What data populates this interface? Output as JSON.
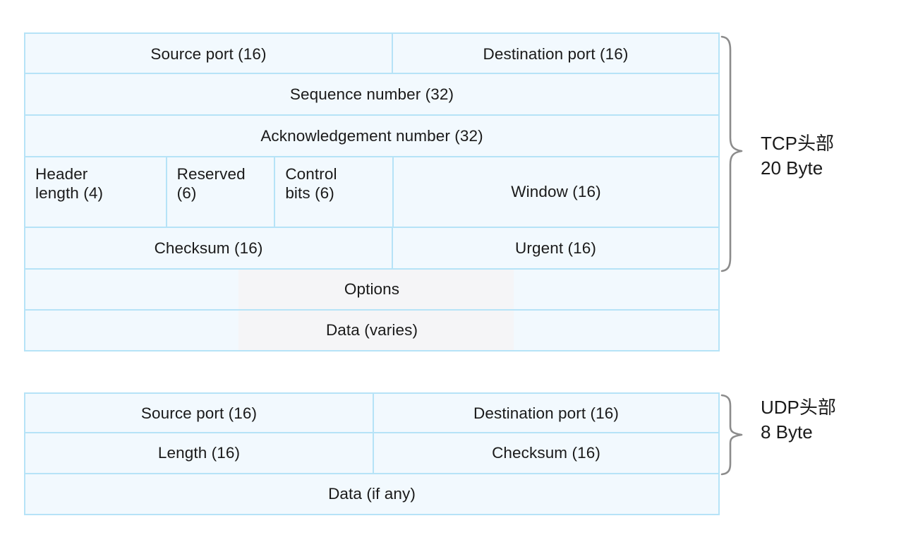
{
  "diagram": {
    "title": "TCP and UDP header layout",
    "colors": {
      "cell_background": "#f2f9fe",
      "cell_border": "#b6e3f7",
      "wash_band": "#f5f5f7",
      "text": "#1a1a1a",
      "brace": "#8c8c8c",
      "page_background": "#ffffff"
    }
  },
  "tcp": {
    "label": "TCP头部\n20 Byte",
    "brace_name": "tcp-brace",
    "rows": [
      {
        "name": "ports-row",
        "cells": [
          {
            "name": "source-port",
            "text": "Source port (16)"
          },
          {
            "name": "destination-port",
            "text": "Destination port (16)"
          }
        ]
      },
      {
        "name": "sequence-row",
        "cells": [
          {
            "name": "sequence-number",
            "text": "Sequence number (32)"
          }
        ]
      },
      {
        "name": "acknowledgement-row",
        "cells": [
          {
            "name": "acknowledgement-number",
            "text": "Acknowledgement number (32)"
          }
        ]
      },
      {
        "name": "flags-window-row",
        "cells": [
          {
            "name": "header-length",
            "text": "Header\nlength (4)"
          },
          {
            "name": "reserved",
            "text": "Reserved\n(6)"
          },
          {
            "name": "control-bits",
            "text": "Control\nbits (6)"
          },
          {
            "name": "window",
            "text": "Window (16)"
          }
        ]
      },
      {
        "name": "checksum-urgent-row",
        "cells": [
          {
            "name": "checksum",
            "text": "Checksum (16)"
          },
          {
            "name": "urgent",
            "text": "Urgent (16)"
          }
        ]
      },
      {
        "name": "options-row",
        "cells": [
          {
            "name": "options",
            "text": "Options"
          }
        ]
      },
      {
        "name": "data-row",
        "cells": [
          {
            "name": "data",
            "text": "Data (varies)"
          }
        ]
      }
    ]
  },
  "udp": {
    "label": "UDP头部\n8 Byte",
    "brace_name": "udp-brace",
    "rows": [
      {
        "name": "ports-row",
        "cells": [
          {
            "name": "source-port",
            "text": "Source port (16)"
          },
          {
            "name": "destination-port",
            "text": "Destination port (16)"
          }
        ]
      },
      {
        "name": "length-checksum-row",
        "cells": [
          {
            "name": "length",
            "text": "Length (16)"
          },
          {
            "name": "checksum",
            "text": "Checksum (16)"
          }
        ]
      },
      {
        "name": "data-row",
        "cells": [
          {
            "name": "data",
            "text": "Data (if any)"
          }
        ]
      }
    ]
  }
}
